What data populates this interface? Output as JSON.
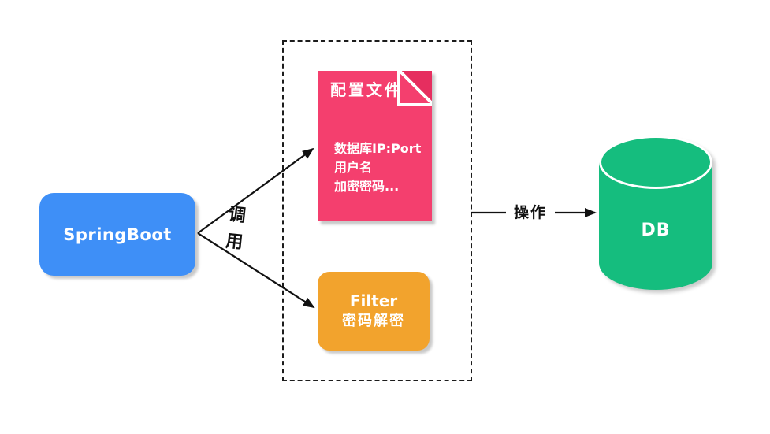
{
  "colors": {
    "blue": "#3e8ff7",
    "pink": "#f43f6e",
    "pink_fold_dark": "#e62e5f",
    "orange": "#f2a32d",
    "green": "#15bd7e",
    "arrow": "#111111"
  },
  "nodes": {
    "springboot": {
      "label": "SpringBoot"
    },
    "config_file": {
      "title": "配置文件",
      "lines": [
        "数据库IP:Port",
        "用户名",
        "加密密码..."
      ]
    },
    "filter": {
      "lines": [
        "Filter",
        "密码解密"
      ]
    },
    "db": {
      "label": "DB"
    }
  },
  "edges": {
    "invoke": {
      "label_chars": [
        "调",
        "用"
      ]
    },
    "operate": {
      "label": "操作"
    }
  }
}
